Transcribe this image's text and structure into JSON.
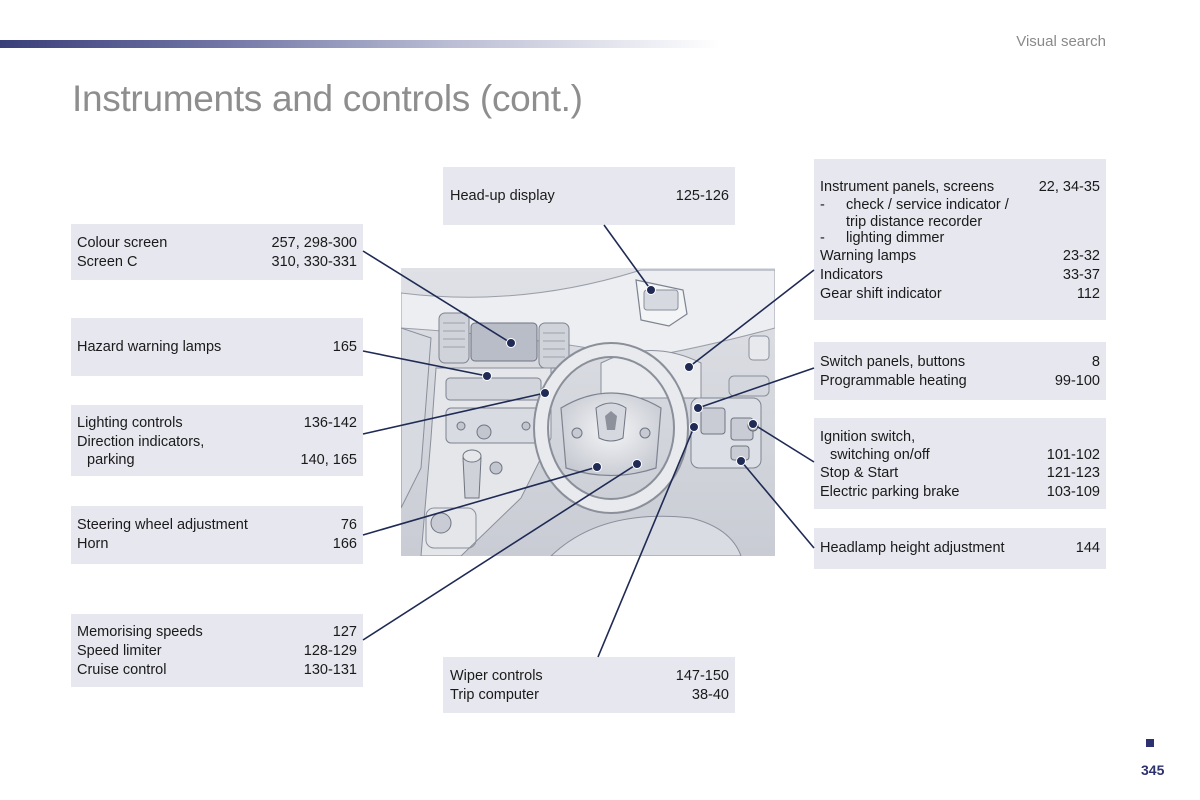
{
  "header": {
    "section": "Visual search",
    "title": "Instruments and controls (cont.)"
  },
  "colour": [
    {
      "label": "Colour screen",
      "pages": "257, 298-300"
    },
    {
      "label": "Screen C",
      "pages": "310, 330-331"
    }
  ],
  "hazard": [
    {
      "label": "Hazard warning lamps",
      "pages": "165"
    }
  ],
  "lighting": {
    "r1": {
      "label": "Lighting controls",
      "pages": "136-142"
    },
    "r2a": "Direction indicators,",
    "r2b": {
      "label": "parking",
      "pages": "140, 165"
    }
  },
  "steering": [
    {
      "label": "Steering wheel adjustment",
      "pages": "76"
    },
    {
      "label": "Horn",
      "pages": "166"
    }
  ],
  "speed": [
    {
      "label": "Memorising speeds",
      "pages": "127"
    },
    {
      "label": "Speed limiter",
      "pages": "128-129"
    },
    {
      "label": "Cruise control",
      "pages": "130-131"
    }
  ],
  "hud": [
    {
      "label": "Head-up display",
      "pages": "125-126"
    }
  ],
  "wiper": [
    {
      "label": "Wiper controls",
      "pages": "147-150"
    },
    {
      "label": "Trip computer",
      "pages": "38-40"
    }
  ],
  "instruments": {
    "main": {
      "label": "Instrument panels, screens",
      "pages": "22, 34-35"
    },
    "dash": "-",
    "sub1a": "check / service indicator /",
    "sub1b": "trip distance recorder",
    "sub2": "lighting dimmer",
    "rows": [
      {
        "label": "Warning lamps",
        "pages": "23-32"
      },
      {
        "label": "Indicators",
        "pages": "33-37"
      },
      {
        "label": "Gear shift indicator",
        "pages": "112"
      }
    ]
  },
  "switch": [
    {
      "label": "Switch panels, buttons",
      "pages": "8"
    },
    {
      "label": "Programmable heating",
      "pages": "99-100"
    }
  ],
  "ignition": {
    "r1": "Ignition switch,",
    "r2": {
      "label": "switching on/off",
      "pages": "101-102"
    },
    "rows": [
      {
        "label": "Stop & Start",
        "pages": "121-123"
      },
      {
        "label": "Electric parking brake",
        "pages": "103-109"
      }
    ]
  },
  "headlamp": [
    {
      "label": "Headlamp height adjustment",
      "pages": "144"
    }
  ],
  "footer": {
    "page_number": "345"
  },
  "colors": {
    "accent": "#2d3170",
    "box_bg": "#e6e7ef",
    "title": "#8e8e8e",
    "leader_line": "#1f2a55"
  },
  "illustration": {
    "subject": "dashboard-and-steering-wheel"
  }
}
